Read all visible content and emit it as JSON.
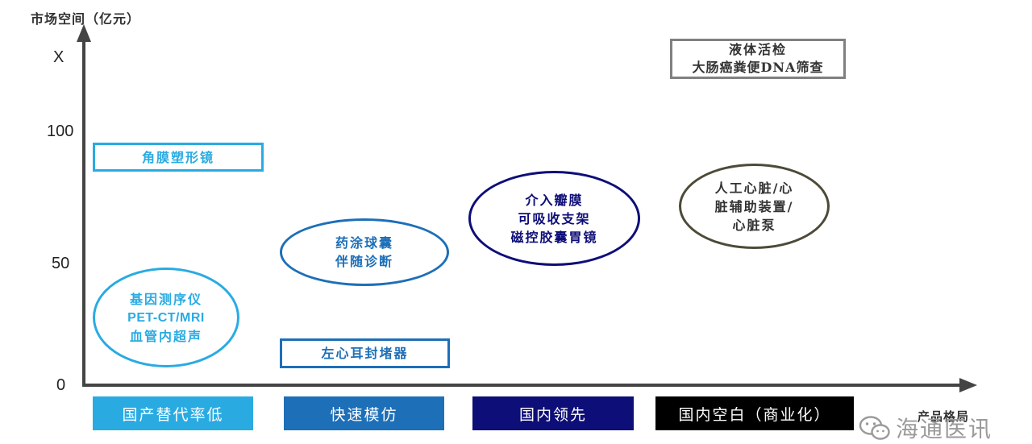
{
  "axes": {
    "y_label": "市场空间（亿元）",
    "x_label": "产品格局",
    "y_ticks": [
      "X",
      "100",
      "50",
      "0"
    ]
  },
  "colors": {
    "light_blue": "#29ABE2",
    "mid_blue": "#1D6FB8",
    "navy": "#0E0E78",
    "grey": "#808080",
    "dark_olive": "#4D4A38",
    "axis": "#444444"
  },
  "nodes": {
    "cornea": {
      "label": "角膜塑形镜"
    },
    "genetic": {
      "lines": [
        "基因测序仪",
        "PET-CT/MRI",
        "血管内超声"
      ]
    },
    "balloon": {
      "lines": [
        "药涂球囊",
        "伴随诊断"
      ]
    },
    "occluder": {
      "label": "左心耳封堵器"
    },
    "valve": {
      "lines": [
        "介入瓣膜",
        "可吸收支架",
        "磁控胶囊胃镜"
      ]
    },
    "liquid": {
      "lines": [
        "液体活检",
        "大肠癌粪便DNA筛查"
      ]
    },
    "heart": {
      "lines": [
        "人工心脏/心",
        "脏辅助装置/",
        "心脏泵"
      ]
    }
  },
  "categories": [
    {
      "label": "国产替代率低",
      "color": "#29ABE2"
    },
    {
      "label": "快速模仿",
      "color": "#1D6FB8"
    },
    {
      "label": "国内领先",
      "color": "#0E0E78"
    },
    {
      "label": "国内空白（商业化）",
      "color": "#000000"
    }
  ],
  "watermark": {
    "text": "海通医讯",
    "icon": "wechat-icon"
  }
}
